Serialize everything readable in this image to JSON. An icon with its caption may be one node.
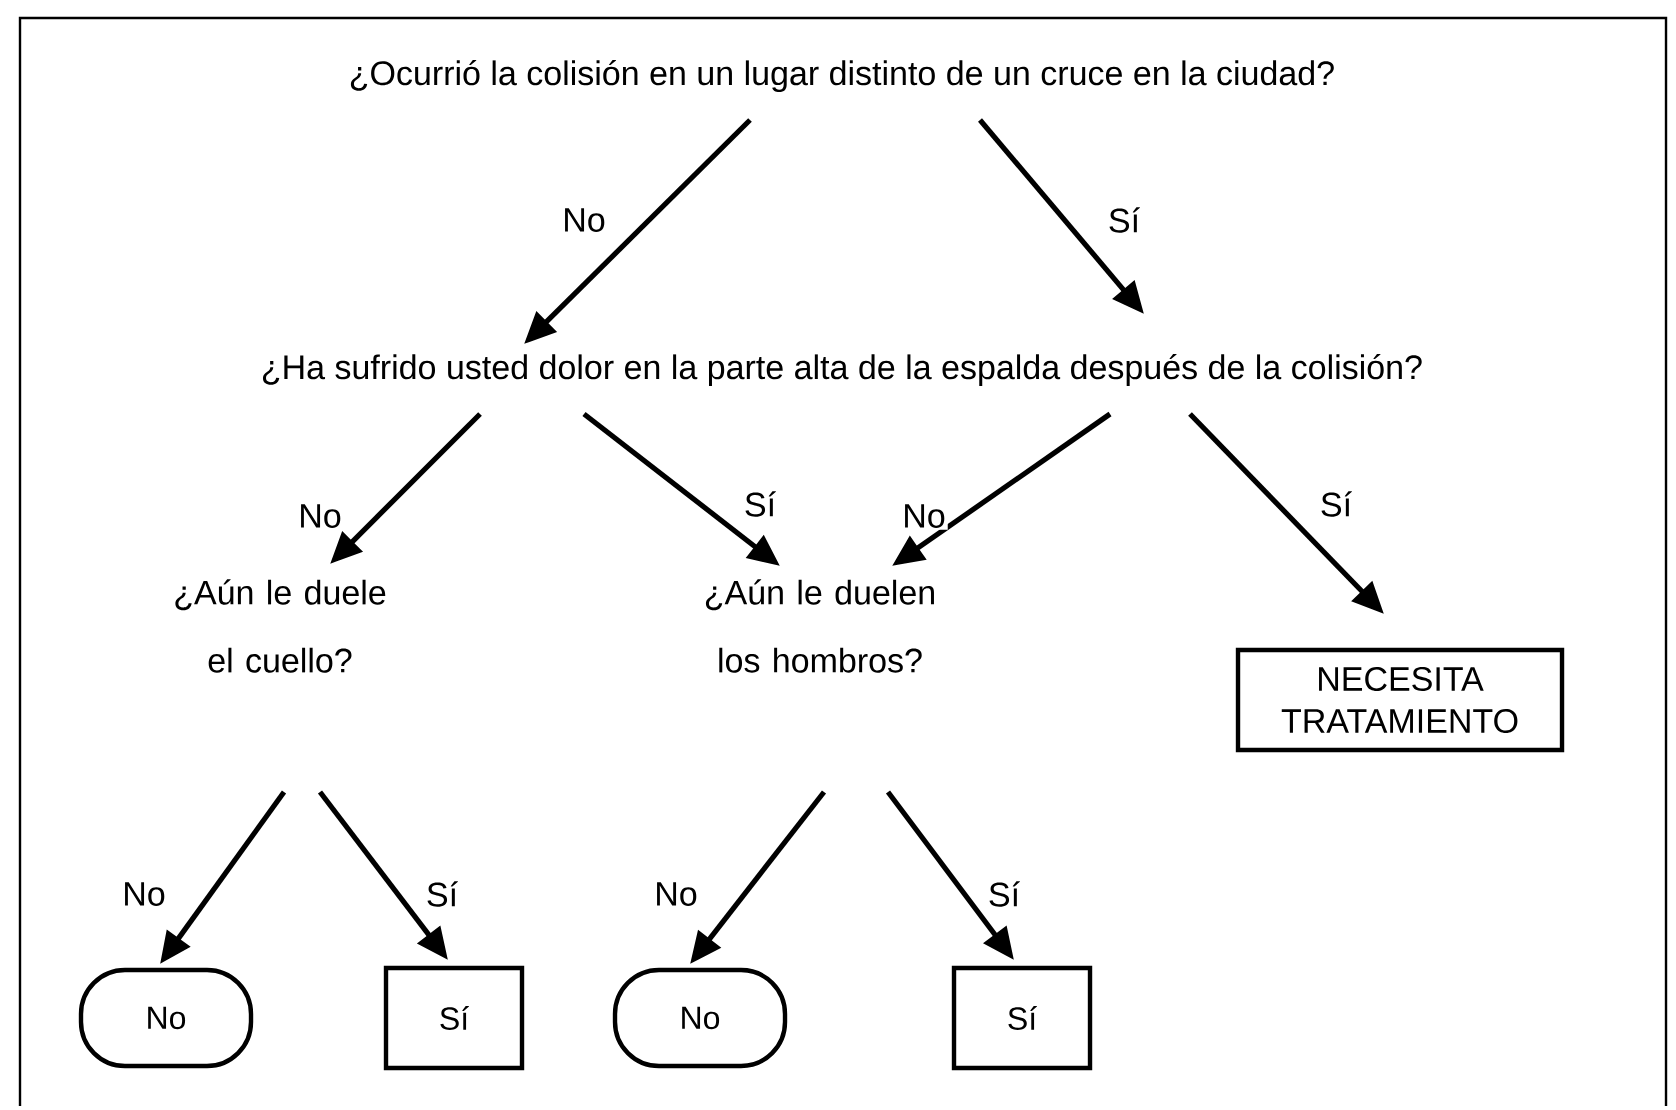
{
  "diagram": {
    "nodes": [
      {
        "text": [
          "¿Ocurrió la colisión en un lugar distinto de un cruce en la ciudad?"
        ]
      },
      {
        "text": [
          "¿Ha sufrido usted dolor en la parte alta de la espalda después de la colisión?"
        ]
      },
      {
        "text": [
          "¿Aún le duele el cuello?"
        ]
      },
      {
        "text": [
          "¿Aún le duelen los hombros?"
        ]
      },
      {
        "text": [
          "NECESITA TRATAMIENTO"
        ]
      },
      {
        "text": [
          "No"
        ]
      },
      {
        "text": [
          "Sí"
        ]
      },
      {
        "text": [
          "No"
        ]
      },
      {
        "text": [
          "Sí"
        ]
      }
    ],
    "edges": [
      {
        "from": 0,
        "to": 1,
        "arrow": "to",
        "label": "No"
      },
      {
        "from": 0,
        "to": 1,
        "arrow": "to",
        "label": "Sí"
      },
      {
        "from": 1,
        "to": 2,
        "arrow": "to",
        "label": "No"
      },
      {
        "from": 1,
        "to": 3,
        "arrow": "to",
        "label": "Sí"
      },
      {
        "from": 1,
        "to": 3,
        "arrow": "to",
        "label": "No"
      },
      {
        "from": 1,
        "to": 4,
        "arrow": "to",
        "label": "Sí"
      },
      {
        "from": 2,
        "to": 5,
        "arrow": "to",
        "label": "No"
      },
      {
        "from": 2,
        "to": 6,
        "arrow": "to",
        "label": "Sí"
      },
      {
        "from": 3,
        "to": 7,
        "arrow": "to",
        "label": "No"
      },
      {
        "from": 3,
        "to": 8,
        "arrow": "to",
        "label": "Sí"
      }
    ]
  }
}
